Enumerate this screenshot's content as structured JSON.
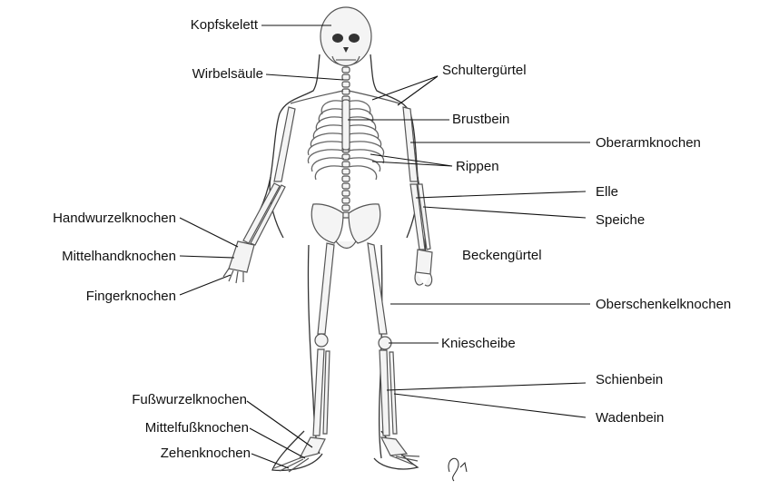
{
  "labels": {
    "kopfskelett": "Kopfskelett",
    "wirbelsaeule": "Wirbelsäule",
    "schultergurtel": "Schultergürtel",
    "brustbein": "Brustbein",
    "oberarmknochen": "Oberarmknochen",
    "rippen": "Rippen",
    "elle": "Elle",
    "speiche": "Speiche",
    "handwurzelknochen": "Handwurzelknochen",
    "mittelhandknochen": "Mittelhandknochen",
    "fingerknochen": "Fingerknochen",
    "beckengurtel": "Beckengürtel",
    "oberschenkelknochen": "Oberschenkelknochen",
    "kniescheibe": "Kniescheibe",
    "schienbein": "Schienbein",
    "wadenbein": "Wadenbein",
    "fusswurzelknochen": "Fußwurzelknochen",
    "mittelfussknochen": "Mittelfußknochen",
    "zehenknochen": "Zehenknochen"
  }
}
